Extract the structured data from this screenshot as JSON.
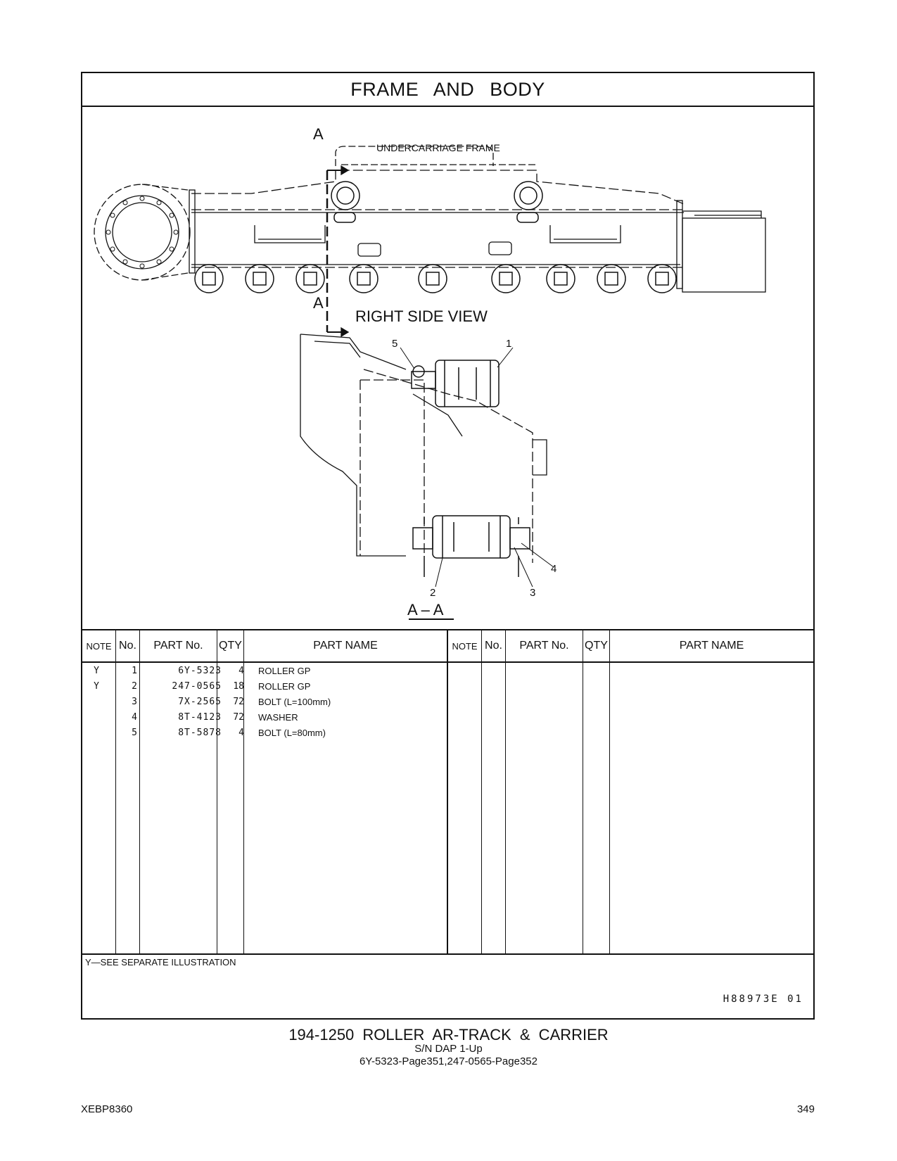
{
  "page": {
    "title": "FRAME  AND  BODY",
    "figure": {
      "frame_label": "UNDERCARRIAGE  FRAME",
      "section_mark": "A",
      "view_label": "RIGHT  SIDE  VIEW",
      "section_label": "A – A",
      "callouts": [
        "5",
        "1",
        "4",
        "2",
        "3"
      ]
    },
    "table": {
      "headers": {
        "note": "NOTE",
        "no": "No.",
        "part_no": "PART No.",
        "qty": "QTY",
        "part_name": "PART NAME"
      },
      "rows": [
        {
          "note": "Y",
          "no": "1",
          "part_no": "6Y-5323",
          "qty": "4",
          "name": "ROLLER  GP"
        },
        {
          "note": "Y",
          "no": "2",
          "part_no": "247-0565",
          "qty": "18",
          "name": "ROLLER  GP"
        },
        {
          "note": "",
          "no": "3",
          "part_no": "7X-2565",
          "qty": "72",
          "name": "BOLT (L=100mm)"
        },
        {
          "note": "",
          "no": "4",
          "part_no": "8T-4123",
          "qty": "72",
          "name": "WASHER"
        },
        {
          "note": "",
          "no": "5",
          "part_no": "8T-5878",
          "qty": "4",
          "name": "BOLT (L=80mm)"
        }
      ]
    },
    "footnote": "Y—SEE  SEPARATE  ILLUSTRATION",
    "drawing_id": "H88973E   01",
    "caption": {
      "title": "194-1250  ROLLER  AR-TRACK & CARRIER",
      "serial": "S/N DAP 1-Up",
      "reference": "6Y-5323-Page351,247-0565-Page352"
    },
    "publication_id": "XEBP8360",
    "page_number": "349"
  }
}
